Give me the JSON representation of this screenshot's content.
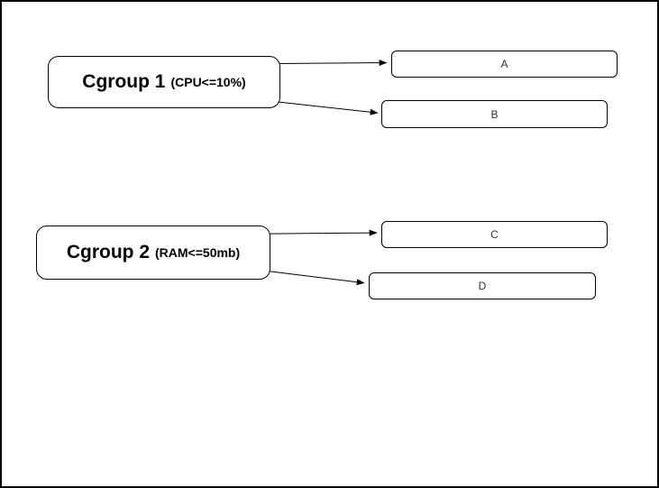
{
  "diagram": {
    "groups": [
      {
        "label": "Cgroup 1",
        "constraint": "(CPU<=10%)",
        "targets": [
          "A",
          "B"
        ]
      },
      {
        "label": "Cgroup 2",
        "constraint": "(RAM<=50mb)",
        "targets": [
          "C",
          "D"
        ]
      }
    ],
    "processes": [
      {
        "label": "A"
      },
      {
        "label": "B"
      },
      {
        "label": "C"
      },
      {
        "label": "D"
      }
    ],
    "colors": {
      "stroke": "#000000",
      "background": "#ffffff",
      "process_text": "#333333"
    }
  }
}
